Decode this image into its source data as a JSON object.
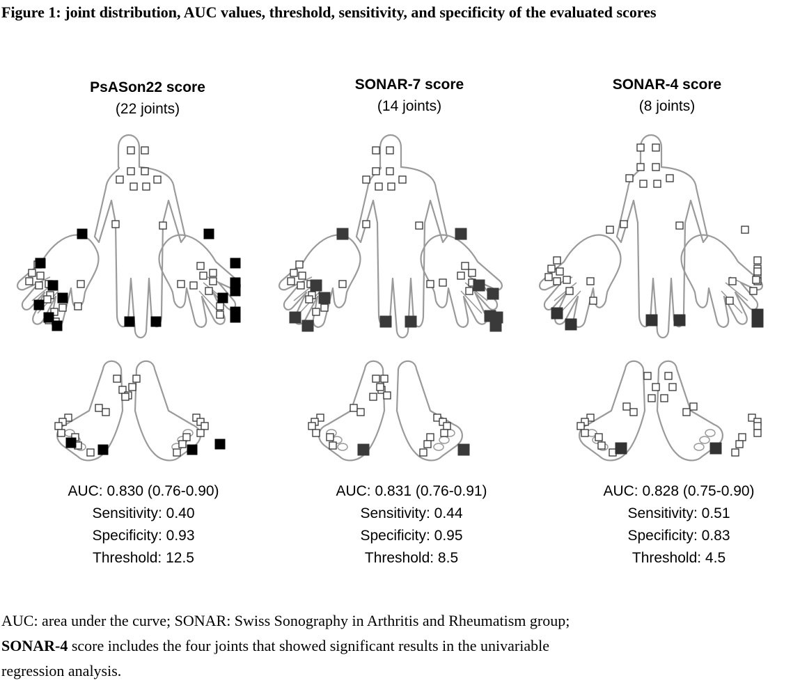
{
  "figure": {
    "title": "Figure 1: joint distribution, AUC values, threshold, sensitivity, and specificity of the evaluated scores"
  },
  "panels": [
    {
      "name": "PsASon22 score",
      "joints": "(22 joints)",
      "auc": "AUC: 0.830 (0.76-0.90)",
      "sensitivity": "Sensitivity: 0.40",
      "specificity": "Specificity: 0.93",
      "threshold": "Threshold: 12.5",
      "highlight_color": "#000000"
    },
    {
      "name": "SONAR-7 score",
      "joints": "(14 joints)",
      "auc": "AUC: 0.831 (0.76-0.91)",
      "sensitivity": "Sensitivity: 0.44",
      "specificity": "Specificity: 0.95",
      "threshold": "Threshold: 8.5",
      "highlight_color": "#3a3a3a"
    },
    {
      "name": "SONAR-4 score",
      "joints": "(8 joints)",
      "auc": "AUC: 0.828 (0.75-0.90)",
      "sensitivity": "Sensitivity: 0.51",
      "specificity": "Specificity: 0.83",
      "threshold": "Threshold: 4.5",
      "highlight_color": "#333333"
    }
  ],
  "footnote": {
    "line1": "AUC: area under the curve; SONAR: Swiss Sonography in Arthritis and Rheumatism group;",
    "bold": "SONAR-4",
    "line2": " score includes the four joints that showed significant results in the univariable",
    "line3": "regression analysis."
  },
  "colors": {
    "outline": "#9a9a9a",
    "joint_empty_stroke": "#333333"
  }
}
